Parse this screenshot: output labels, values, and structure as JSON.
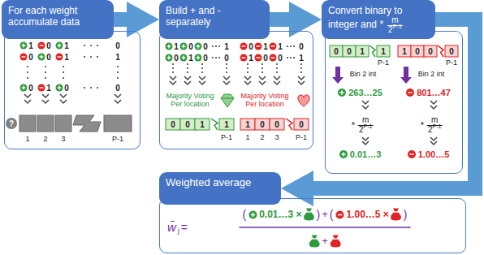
{
  "diagram": {
    "nodes": [
      {
        "text": [
          "For each weight accumulate data"
        ]
      },
      {
        "text": [
          "Build + and - separately"
        ]
      },
      {
        "text": [
          "Convert binary to integer and *"
        ]
      },
      {
        "text": [
          "Weighted average"
        ]
      }
    ],
    "edges": [
      {
        "from": 0,
        "to": 1,
        "arrow": "to"
      },
      {
        "from": 1,
        "to": 2,
        "arrow": "to"
      },
      {
        "from": 2,
        "to": 3,
        "arrow": "to"
      }
    ],
    "labels": [
      "1",
      "0",
      "1",
      "0",
      "0",
      "0",
      "1",
      "1",
      "0",
      "1",
      "0",
      "0",
      "?",
      "1",
      "2",
      "3",
      "P-1",
      "1",
      "0",
      "0",
      "1",
      "0",
      "1",
      "0",
      "0",
      "0",
      "1",
      "1",
      "0",
      "1",
      "0",
      "0",
      "1",
      "Majority Voting Per location",
      "Majority Voting Per location",
      "0",
      "0",
      "1",
      "1",
      "P-1",
      "1",
      "0",
      "0",
      "0",
      "1",
      "2",
      "3",
      "P-1",
      "0",
      "0",
      "1",
      "1",
      "P-1",
      "1",
      "0",
      "0",
      "0",
      "P-1",
      "Bin 2 int",
      "Bin 2 int",
      "263…25",
      "801…47",
      "*",
      "m",
      "2",
      "P-1",
      "*",
      "m",
      "2",
      "P-1",
      "0.01…3",
      "1.00…5",
      "m",
      "2",
      "P-1",
      "w̄",
      "j",
      "=",
      "(",
      "0.01…3 ×",
      ")",
      "+",
      "(",
      "1.00…5 ×",
      ")",
      "+"
    ]
  }
}
